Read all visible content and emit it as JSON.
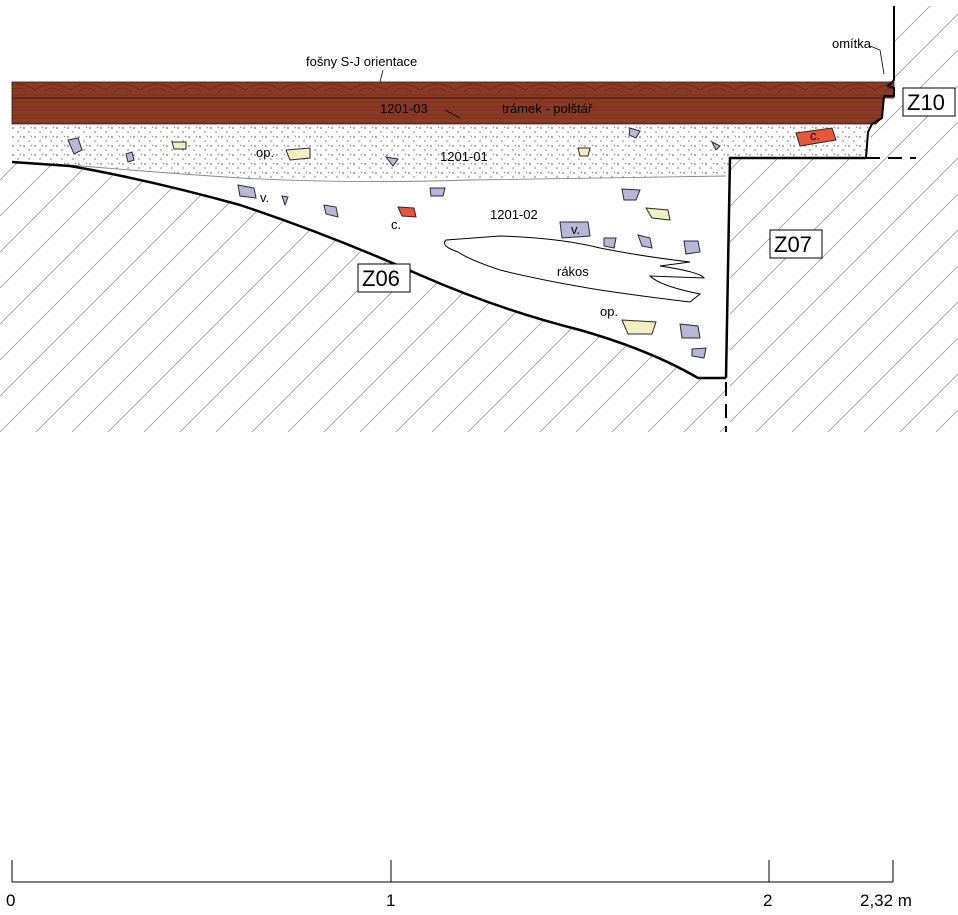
{
  "labels": {
    "planks": "fošny S-J orientace",
    "plaster": "omítka",
    "layer_1201_03": "1201-03",
    "beam": "trámek - polštář",
    "layer_1201_01": "1201-01",
    "layer_1201_02": "1201-02",
    "reed": "rákos",
    "op_1": "op.",
    "op_2": "op.",
    "v_1": "v.",
    "v_2": "v.",
    "c_1": "c.",
    "c_2": "c."
  },
  "zones": {
    "z10": "Z10",
    "z07": "Z07",
    "z06": "Z06"
  },
  "scale": {
    "ticks": [
      "0",
      "1",
      "2",
      "2,32 m"
    ]
  },
  "colors": {
    "wood": "#8b3a26",
    "wood_grain": "#6a2818",
    "stone": "#b9b6d6",
    "mortar": "#f4efc0",
    "brick": "#e8573b",
    "hatch": "#9a9a9a"
  }
}
